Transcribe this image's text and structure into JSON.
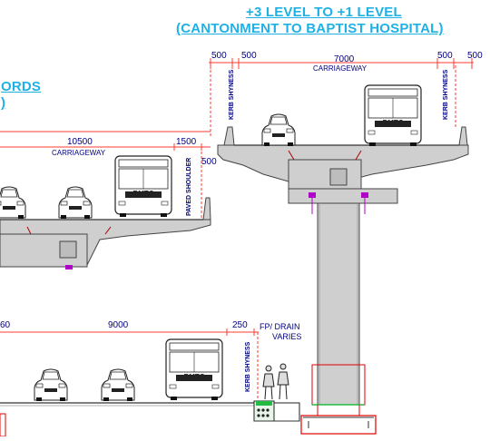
{
  "titles": {
    "upper_line1": "+3 LEVEL TO +1 LEVEL",
    "upper_line2": "(CANTONMENT TO BAPTIST HOSPITAL)",
    "left_fragment1": "ORDS",
    "left_fragment2": ")"
  },
  "upper_deck": {
    "dims": [
      "500",
      "500",
      "7000",
      "500",
      "500"
    ],
    "carriageway": "CARRIAGEWAY",
    "kerb_left": "KERB SHYNESS",
    "kerb_right": "KERB SHYNESS"
  },
  "middle_deck": {
    "dims": [
      "10500",
      "1500",
      "500"
    ],
    "carriageway": "CARRIAGEWAY",
    "paved_shoulder": "PAVED SHOULDER"
  },
  "ground": {
    "dims": [
      "60",
      "9000",
      "250"
    ],
    "fp_drain": "FP/ DRAIN",
    "varies": "VARIES",
    "kerb": "KERB SHYNESS"
  },
  "bus_plate": "BMTC",
  "colors": {
    "title": "#1fb1e6",
    "dimension_text": "#000080",
    "dimension_line": "#ff3b30",
    "structure_fill": "#cfcfcf",
    "structure_edge": "#444444",
    "bearing": "#b000c8",
    "footing": "#e00000",
    "planter": "#22bb44"
  }
}
